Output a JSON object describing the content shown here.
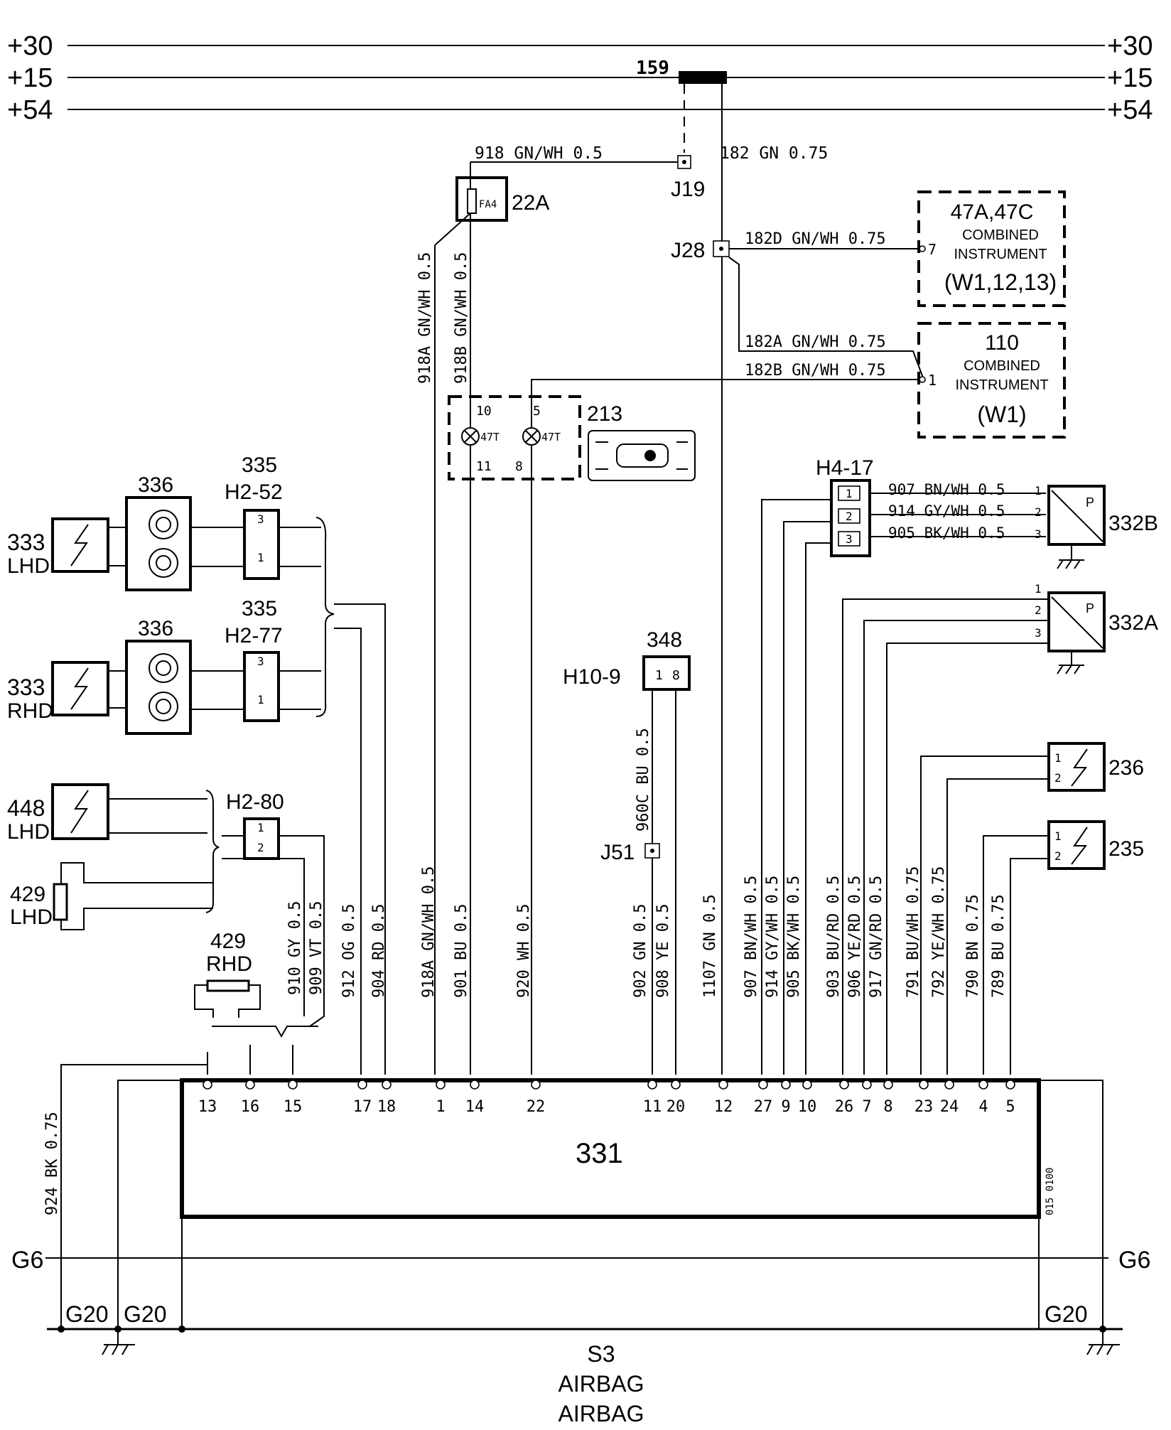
{
  "rails": {
    "r30": "+30",
    "r15": "+15",
    "r54": "+54"
  },
  "components": {
    "c159": "159",
    "j19": "J19",
    "j28": "J28",
    "j51": "J51",
    "c22a": "22A",
    "fa4": "FA4",
    "c213": "213",
    "c213_pins": [
      "10",
      "5",
      "11",
      "8"
    ],
    "lamp": "47T",
    "c47": {
      "line1": "47A,47C",
      "line2": "COMBINED",
      "line3": "INSTRUMENT",
      "line4": "(W1,12,13)",
      "pin": "7"
    },
    "c110": {
      "line1": "110",
      "line2": "COMBINED",
      "line3": "INSTRUMENT",
      "line4": "(W1)",
      "pin": "1"
    },
    "h417": "H4-17",
    "c332b": "332B",
    "c332a": "332A",
    "sensor_p": "P",
    "sensor_pins": [
      "1",
      "2",
      "3"
    ],
    "c348": "348",
    "h109": "H10-9",
    "h109_pins": [
      "1",
      "8"
    ],
    "c236": "236",
    "c235": "235",
    "squib_pins": [
      "1",
      "2"
    ],
    "c336": "336",
    "c335": "335",
    "h252": "H2-52",
    "h277": "H2-77",
    "h280": "H2-80",
    "conn_pins": [
      "3",
      "1",
      "2"
    ],
    "c333": "333",
    "c448": "448",
    "c429": "429",
    "lhd": "LHD",
    "rhd": "RHD",
    "c331": "331",
    "code331": "015 0100"
  },
  "wires": {
    "w918": "918 GN/WH 0.5",
    "w182": "182 GN 0.75",
    "w182d": "182D GN/WH 0.75",
    "w182a": "182A GN/WH 0.75",
    "w182b": "182B GN/WH 0.75",
    "w918a_top": "918A GN/WH 0.5",
    "w918b": "918B GN/WH 0.5",
    "w907_top": "907 BN/WH 0.5",
    "w914_top": "914 GY/WH 0.5",
    "w905_top": "905 BK/WH 0.5",
    "w960c": "960C BU 0.5",
    "w924": "924 BK 0.75",
    "bottom": [
      "910 GY 0.5",
      "909 VT 0.5",
      "912 OG 0.5",
      "904 RD 0.5",
      "918A GN/WH 0.5",
      "901 BU 0.5",
      "920 WH 0.5",
      "902 GN 0.5",
      "908 YE 0.5",
      "1107 GN 0.5",
      "907 BN/WH 0.5",
      "914 GY/WH 0.5",
      "905 BK/WH 0.5",
      "903 BU/RD 0.5",
      "906 YE/RD 0.5",
      "917 GN/RD 0.5",
      "791 BU/WH 0.75",
      "792 YE/WH 0.75",
      "790 BN 0.75",
      "789 BU 0.75"
    ]
  },
  "pins331": [
    "13",
    "16",
    "15",
    "17",
    "18",
    "1",
    "14",
    "22",
    "11",
    "20",
    "12",
    "27",
    "9",
    "10",
    "26",
    "7",
    "8",
    "23",
    "24",
    "4",
    "5"
  ],
  "grounds": {
    "g6": "G6",
    "g20": "G20"
  },
  "footer": {
    "code": "S3",
    "title1": "AIRBAG",
    "title2": "AIRBAG"
  }
}
